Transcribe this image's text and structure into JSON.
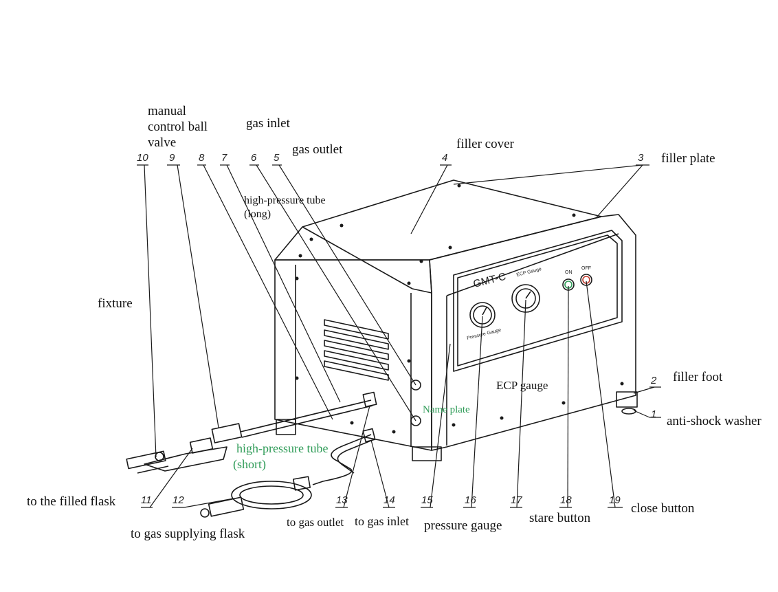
{
  "colors": {
    "line": "#1a1a1a",
    "green_label": "#2e9b57"
  },
  "labels": {
    "manual_valve": [
      "manual",
      "control ball",
      "valve"
    ],
    "gas_inlet": "gas inlet",
    "gas_outlet": "gas outlet",
    "filler_cover": "filler cover",
    "filler_plate": "filler plate",
    "hp_tube_long": [
      "high-pressure tube",
      "(long)"
    ],
    "fixture": "fixture",
    "filler_foot": "filler foot",
    "anti_shock": "anti-shock washer",
    "ecp_gauge": "ECP gauge",
    "name_plate": "Name plate",
    "hp_tube_short": [
      "high-pressure tube",
      "(short)"
    ],
    "to_filled_flask": "to the filled flask",
    "to_gas_supplying_flask": "to gas supplying flask",
    "to_gas_outlet": "to gas outlet",
    "to_gas_inlet": "to gas inlet",
    "pressure_gauge": "pressure gauge",
    "stare_button": "stare button",
    "close_button": "close button"
  },
  "panel": {
    "brand": "GMT-C",
    "ecp_gauge_text": "ECP Gauge",
    "pressure_gauge_text": "Pressure Gauge",
    "on_text": "ON",
    "off_text": "OFF"
  },
  "callouts": [
    "1",
    "2",
    "3",
    "4",
    "5",
    "6",
    "7",
    "8",
    "9",
    "10",
    "11",
    "12",
    "13",
    "14",
    "15",
    "16",
    "17",
    "18",
    "19"
  ]
}
